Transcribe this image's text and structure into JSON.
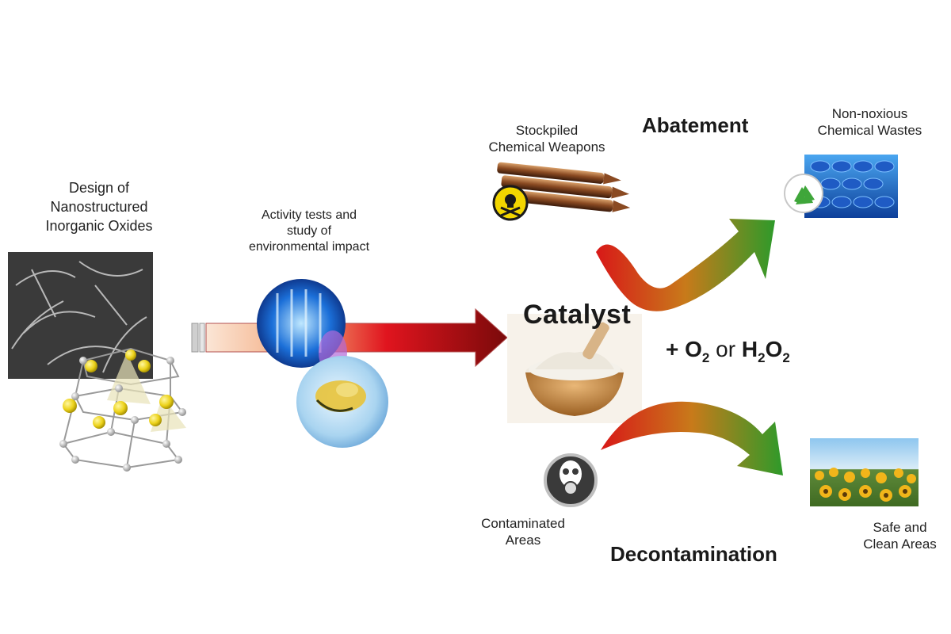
{
  "labels": {
    "design": "Design of\nNanostructured\nInorganic Oxides",
    "activity": "Activity tests and\nstudy of\nenvironmental impact",
    "stockpiled": "Stockpiled\nChemical Weapons",
    "non_noxious": "Non-noxious\nChemical Wastes",
    "contaminated": "Contaminated\nAreas",
    "safe": "Safe and\nClean Areas"
  },
  "process": {
    "abatement": "Abatement",
    "decontamination": "Decontamination",
    "catalyst": "Catalyst"
  },
  "reagents": {
    "plus": "+ ",
    "o": "O",
    "o_sub": "2",
    "or": " or ",
    "h": "H",
    "h_sub": "2",
    "o2": "O",
    "o2_sub": "2"
  },
  "colors": {
    "arrow_red": "#e0141e",
    "arrow_dark_red": "#7a0a0a",
    "arrow_green": "#2e9a2a",
    "hazard_yellow": "#f2d600",
    "sphere_yellow": "#ecd21a",
    "recycle_green": "#3fa63a"
  }
}
